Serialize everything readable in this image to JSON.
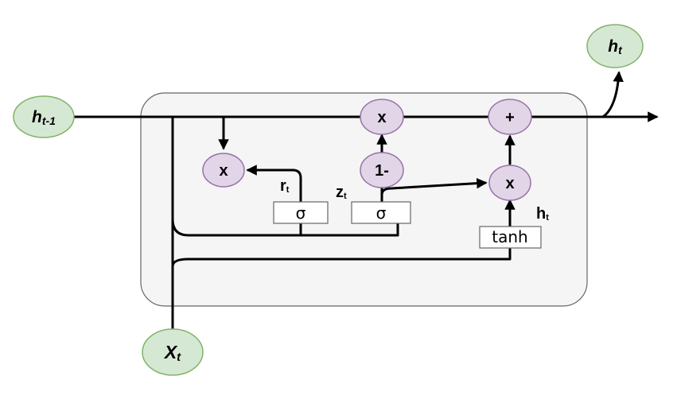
{
  "nodes": {
    "h_prev": {
      "main": "h",
      "sub": "t-1"
    },
    "h_out": {
      "main": "h",
      "sub": "t"
    },
    "x_in": {
      "main": "X",
      "sub": "t"
    }
  },
  "ops": {
    "reset_mult": "x",
    "top_mult": "x",
    "add": "+",
    "one_minus": "1-",
    "cand_mult": "x"
  },
  "gates": {
    "reset": "σ",
    "update": "σ",
    "candidate": "tanh"
  },
  "labels": {
    "r": {
      "main": "r",
      "sub": "t"
    },
    "z": {
      "main": "z",
      "sub": "t"
    },
    "h_cand": {
      "main": "h",
      "sub": "t"
    }
  },
  "colors": {
    "io_fill": "#d5e8d4",
    "op_fill": "#e1d5e7",
    "cell_fill": "#f5f5f5"
  }
}
